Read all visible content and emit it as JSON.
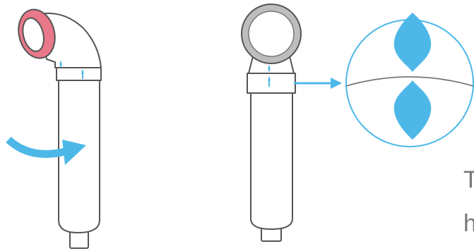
{
  "colors": {
    "outline": "#555555",
    "accent_blue": "#4db8e8",
    "ring_pink": "#e8788a",
    "ring_gray": "#bdbdbd",
    "text_gray": "#777777"
  },
  "icons": {
    "rotate_arrow": "curved-arrow-right",
    "pointer_arrow": "arrow-right",
    "alignment_mark": "drop-marker",
    "zoom_view": "magnified-circle"
  },
  "caption": {
    "line1": "T",
    "line2": "h"
  }
}
